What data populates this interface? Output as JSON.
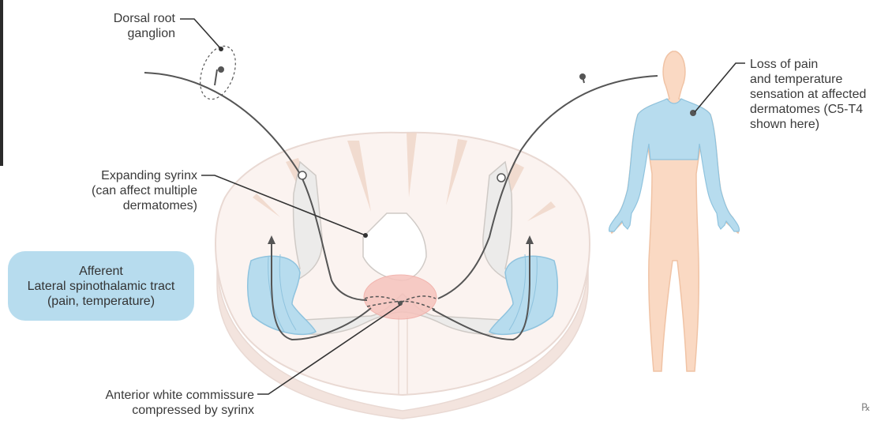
{
  "labels": {
    "drg_line1": "Dorsal root",
    "drg_line2": "ganglion",
    "syrinx_line1": "Expanding syrinx",
    "syrinx_line2": "(can affect multiple",
    "syrinx_line3": "dermatomes)",
    "commissure_line1": "Anterior white commissure",
    "commissure_line2": "compressed by syrinx",
    "loss_line1": "Loss of pain",
    "loss_line2": "and temperature",
    "loss_line3": "sensation at affected",
    "loss_line4": "dermatomes (C5-T4",
    "loss_line5": "shown here)",
    "tract_line1": "Afferent",
    "tract_line2": "Lateral spinothalamic tract",
    "tract_line3": "(pain, temperature)"
  },
  "badge": "℞",
  "colors": {
    "cord_outline": "#e9d9d3",
    "cord_fill": "#fbf3f0",
    "gray_matter": "#ecebea",
    "gray_matter_outline": "#cfcac6",
    "tract_blue": "#b7dcee",
    "tract_blue_outline": "#8fc3de",
    "syrinx_red": "#f6c3bd",
    "nerve_line": "#555555",
    "body_skin": "#fad9c3",
    "body_outline": "#f0c3a5",
    "affected_blue": "#b7dcee"
  }
}
